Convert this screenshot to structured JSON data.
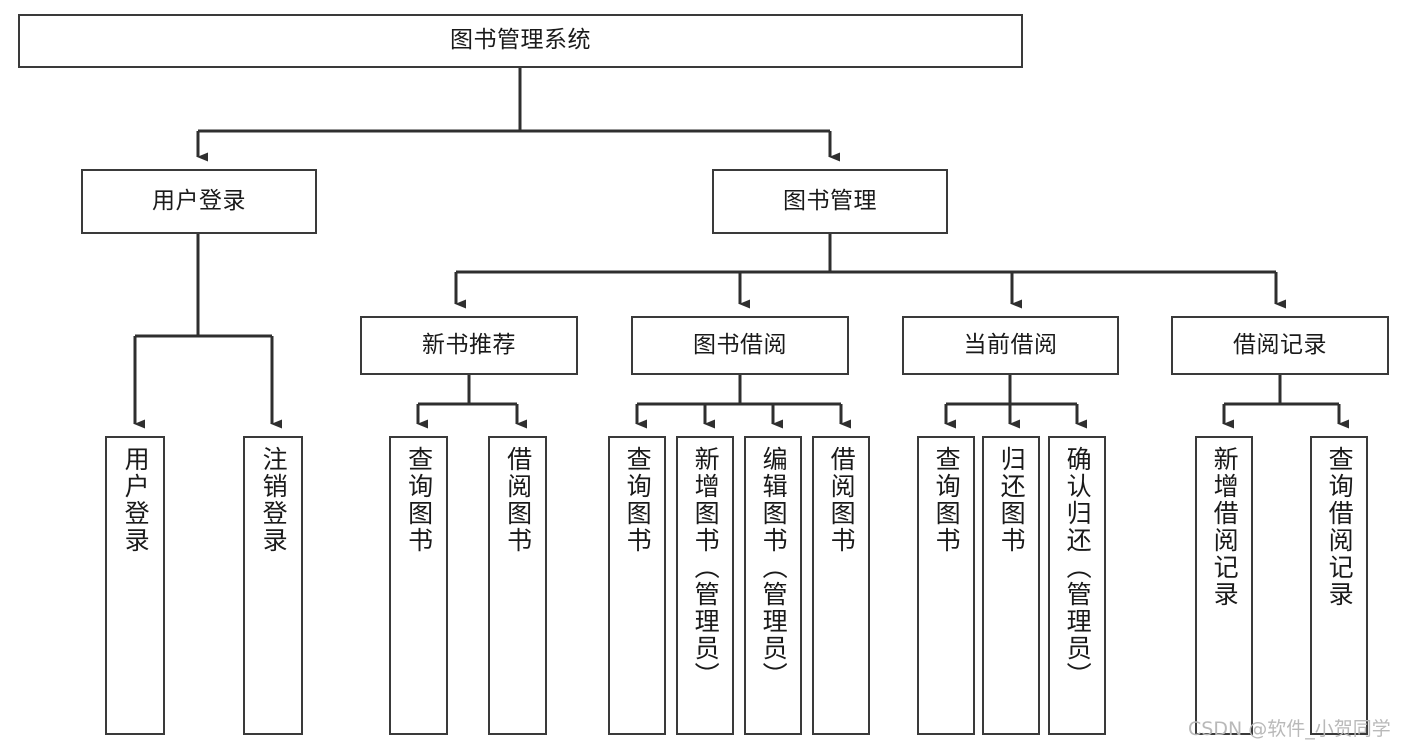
{
  "diagram": {
    "title": "图书管理系统",
    "type": "hierarchy-tree",
    "orientation": "top-down",
    "colors": {
      "background": "#ffffff",
      "node_border": "#3a3a3a",
      "node_fill": "#ffffff",
      "connector": "#2f2f2f",
      "text": "#1a1a1a",
      "watermark": "#b9b9b9"
    },
    "watermark": "CSDN @软件_小贺同学",
    "nodes": {
      "root": {
        "label": "图书管理系统",
        "level": 0
      },
      "l1": [
        {
          "id": "user-login",
          "label": "用户登录",
          "level": 1
        },
        {
          "id": "book-manage",
          "label": "图书管理",
          "level": 1
        }
      ],
      "l2": [
        {
          "id": "new-book-recommend",
          "label": "新书推荐",
          "level": 2,
          "parent": "book-manage"
        },
        {
          "id": "book-borrow",
          "label": "图书借阅",
          "level": 2,
          "parent": "book-manage"
        },
        {
          "id": "current-borrow",
          "label": "当前借阅",
          "level": 2,
          "parent": "book-manage"
        },
        {
          "id": "borrow-record",
          "label": "借阅记录",
          "level": 2,
          "parent": "book-manage"
        }
      ],
      "leaves": [
        {
          "id": "leaf-user-login",
          "label": "用户登录",
          "parent": "user-login"
        },
        {
          "id": "leaf-logout-login",
          "label": "注销登录",
          "parent": "user-login"
        },
        {
          "id": "leaf-query-book-1",
          "label": "查询图书",
          "parent": "new-book-recommend"
        },
        {
          "id": "leaf-borrow-book-1",
          "label": "借阅图书",
          "parent": "new-book-recommend"
        },
        {
          "id": "leaf-query-book-2",
          "label": "查询图书",
          "parent": "book-borrow"
        },
        {
          "id": "leaf-add-book-admin",
          "label": "新增图书（管理员）",
          "parent": "book-borrow"
        },
        {
          "id": "leaf-edit-book-admin",
          "label": "编辑图书（管理员）",
          "parent": "book-borrow"
        },
        {
          "id": "leaf-borrow-book-2",
          "label": "借阅图书",
          "parent": "book-borrow"
        },
        {
          "id": "leaf-query-book-3",
          "label": "查询图书",
          "parent": "current-borrow"
        },
        {
          "id": "leaf-return-book",
          "label": "归还图书",
          "parent": "current-borrow"
        },
        {
          "id": "leaf-confirm-return-admin",
          "label": "确认归还（管理员）",
          "parent": "current-borrow"
        },
        {
          "id": "leaf-add-borrow-record",
          "label": "新增借阅记录",
          "parent": "borrow-record"
        },
        {
          "id": "leaf-query-borrow-record",
          "label": "查询借阅记录",
          "parent": "borrow-record"
        }
      ]
    }
  }
}
